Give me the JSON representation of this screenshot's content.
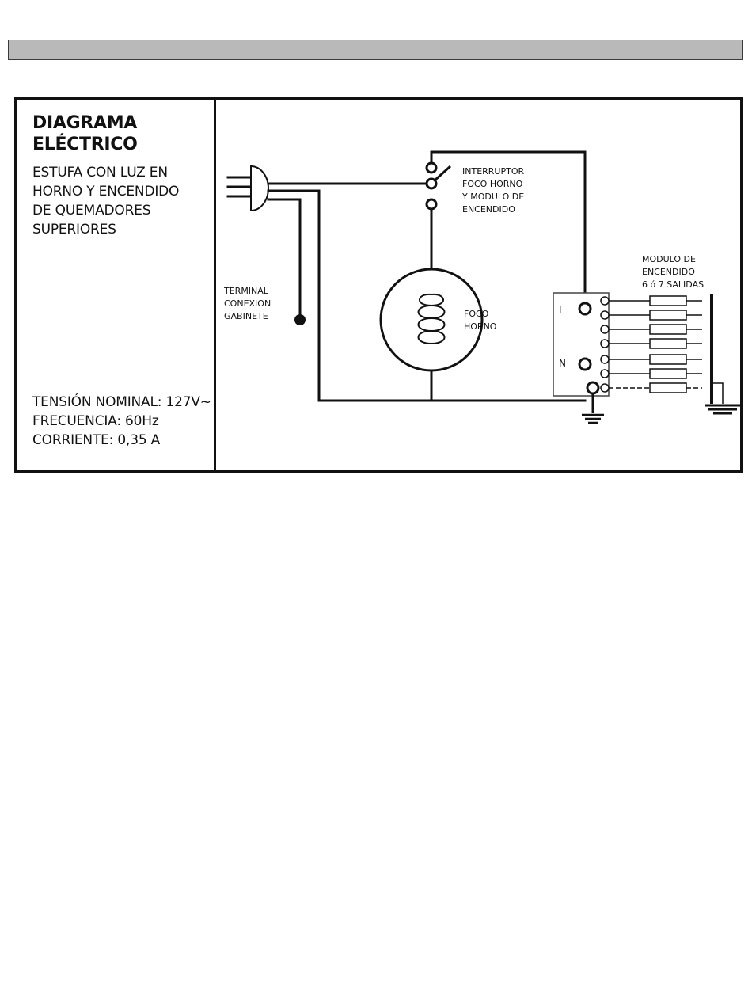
{
  "header": {
    "bar_color": "#b9b9b9"
  },
  "panel": {
    "title_lines": [
      "DIAGRAMA",
      "ELÉCTRICO"
    ],
    "description_lines": [
      "ESTUFA CON LUZ EN",
      "HORNO Y ENCENDIDO",
      "DE QUEMADORES",
      "SUPERIORES"
    ],
    "specs": {
      "voltage": "TENSIÓN NOMINAL: 127V~",
      "frequency": "FRECUENCIA: 60Hz",
      "current": "CORRIENTE: 0,35 A"
    }
  },
  "diagram": {
    "switch_label": [
      "INTERRUPTOR",
      "FOCO HORNO",
      "Y MODULO DE",
      "ENCENDIDO"
    ],
    "terminal_label": [
      "TERMINAL",
      "CONEXION",
      "GABINETE"
    ],
    "lamp_label": [
      "FOCO",
      "HORNO"
    ],
    "module_label": [
      "MODULO DE",
      "ENCENDIDO",
      "6 ó 7 SALIDAS"
    ],
    "terminal_L": "L",
    "terminal_N": "N"
  }
}
